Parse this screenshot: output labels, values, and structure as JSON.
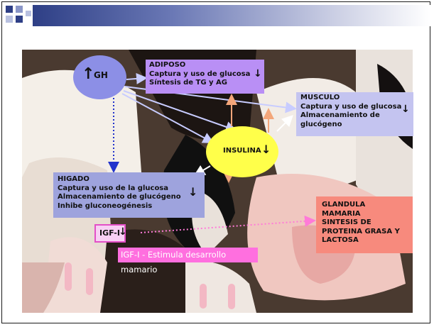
{
  "gh": {
    "label": "GH"
  },
  "adiposo": {
    "lines": [
      "ADIPOSO",
      "Captura y uso de glucosa",
      "Síntesis de TG y AG"
    ]
  },
  "musculo": {
    "lines": [
      "MUSCULO",
      "Captura y uso de glucosa",
      "Almacenamiento de",
      "glucógeno"
    ]
  },
  "insulina": {
    "label": "INSULINA"
  },
  "higado": {
    "lines": [
      "HIGADO",
      "Captura y uso de la glucosa",
      "Almacenamiento de glucógeno",
      "Inhibe gluconeogénesis"
    ]
  },
  "glandula": {
    "lines": [
      "GLANDULA",
      "MAMARIA",
      "SINTESIS DE",
      "PROTEINA GRASA Y",
      "LACTOSA"
    ]
  },
  "igf": {
    "label": "IGF-I"
  },
  "estimula": {
    "text": "IGF-I - Estimula desarrollo mamario"
  },
  "colors": {
    "gh": "#8c8fe6",
    "adiposo": "#b98ff5",
    "musculo": "#c4c4f0",
    "higado": "#9ea3dd",
    "insulina": "#ffff4a",
    "glandula": "#f78a7d",
    "igf": "#f8d0f4",
    "estimula": "#ff6fdf"
  }
}
